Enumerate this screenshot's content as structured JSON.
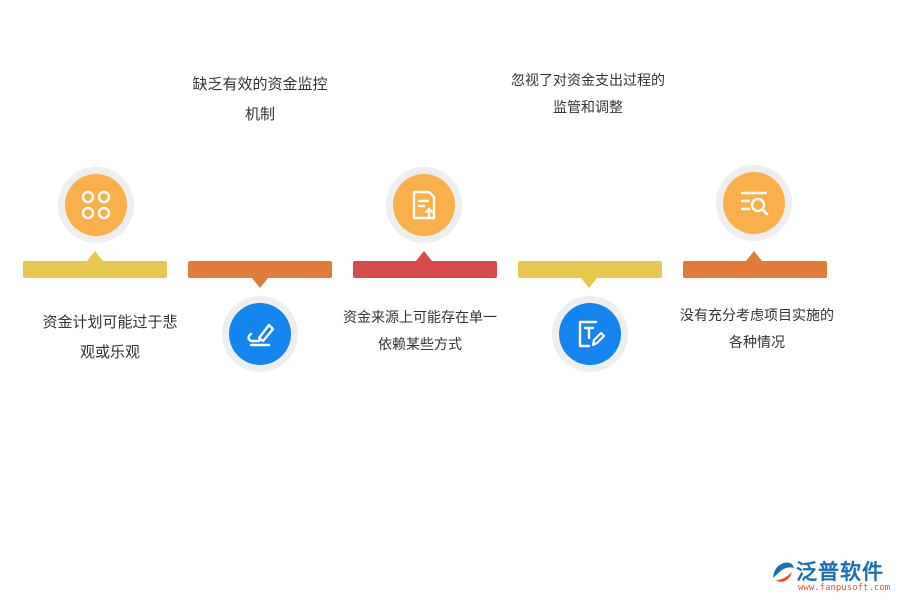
{
  "steps": [
    {
      "text": [
        "资金计划可能过于悲",
        "观或乐观"
      ],
      "icon": "grid-apps-icon",
      "color": "#e8c74f"
    },
    {
      "text": [
        "缺乏有效的资金监控",
        "机制"
      ],
      "icon": "pen-signature-icon",
      "color": "#e07b39"
    },
    {
      "text": [
        "资金来源上可能存在单一",
        "依赖某些方式"
      ],
      "icon": "document-upload-icon",
      "color": "#d94b4b"
    },
    {
      "text": [
        "忽视了对资金支出过程的",
        "监管和调整"
      ],
      "icon": "text-edit-icon",
      "color": "#e8c74f"
    },
    {
      "text": [
        "没有充分考虑项目实施的",
        "各种情况"
      ],
      "icon": "list-search-icon",
      "color": "#e07b39"
    }
  ],
  "colors": {
    "orange_icon": "#f9a740",
    "blue_icon": "#1485ee"
  },
  "brand": {
    "name": "泛普软件",
    "url": "www.fanpusoft.com"
  }
}
